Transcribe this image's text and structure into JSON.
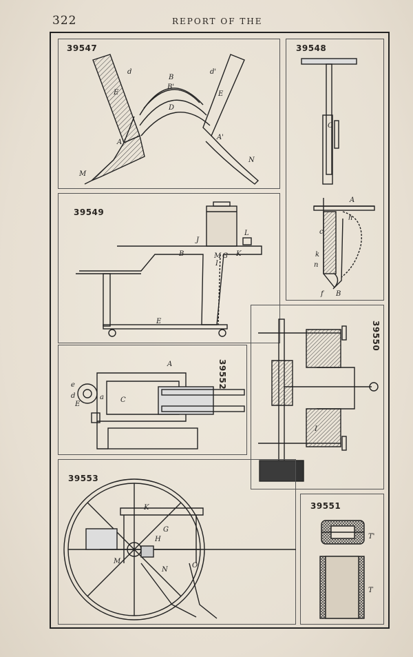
{
  "header": {
    "page_number": "322",
    "running_head": "REPORT OF THE"
  },
  "figures": {
    "f39547": {
      "label": "39547",
      "letters": [
        "d",
        "B",
        "B'",
        "d'",
        "E",
        "E",
        "D",
        "A",
        "A'",
        "M",
        "N"
      ]
    },
    "f39548": {
      "label": "39548",
      "letters": [
        "C",
        "A",
        "h",
        "c",
        "k",
        "n",
        "f",
        "B"
      ]
    },
    "f39549": {
      "label": "39549",
      "letters": [
        "J",
        "L",
        "B",
        "M",
        "G",
        "K",
        "I",
        "E"
      ]
    },
    "f39550": {
      "label": "39550",
      "letters": [
        "I"
      ]
    },
    "f39552": {
      "label": "39552",
      "letters": [
        "A",
        "e",
        "d",
        "a",
        "C",
        "E"
      ]
    },
    "f39553": {
      "label": "39553",
      "letters": [
        "K",
        "G",
        "H",
        "M",
        "N",
        "O"
      ]
    },
    "f39551": {
      "label": "39551",
      "letters": [
        "T'",
        "T"
      ]
    }
  }
}
